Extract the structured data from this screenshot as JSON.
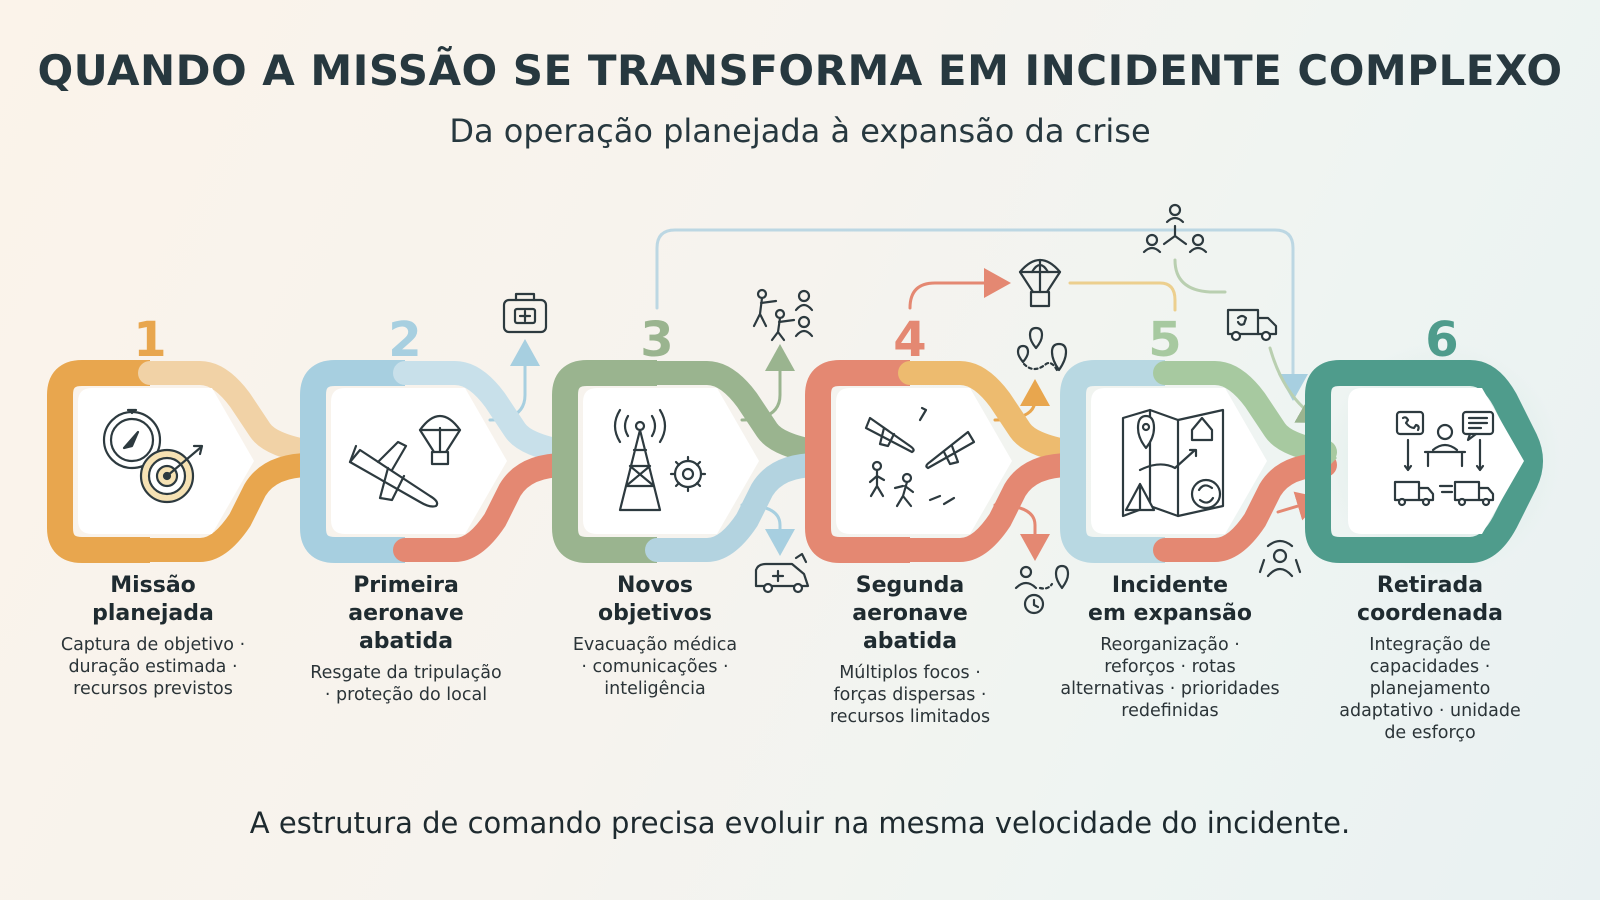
{
  "header": {
    "title": "QUANDO A MISSÃO SE TRANSFORMA EM INCIDENTE COMPLEXO",
    "subtitle": "Da operação planejada à expansão da crise"
  },
  "stages": [
    {
      "number": "1",
      "title_lines": [
        "Missão",
        "planejada"
      ],
      "desc_lines": [
        "Captura de objetivo ·",
        "duração estimada ·",
        "recursos previstos"
      ],
      "color": "#e8a64e",
      "icon": "compass-target-icon"
    },
    {
      "number": "2",
      "title_lines": [
        "Primeira",
        "aeronave",
        "abatida"
      ],
      "desc_lines": [
        "Resgate da tripulação",
        "· proteção do local"
      ],
      "color": "#a7cfe0",
      "icon": "downed-aircraft-parachute-icon"
    },
    {
      "number": "3",
      "title_lines": [
        "Novos",
        "objetivos"
      ],
      "desc_lines": [
        "Evacuação médica",
        "· comunicações ·",
        "inteligência"
      ],
      "color": "#9ab48f",
      "icon": "radio-tower-gear-icon"
    },
    {
      "number": "4",
      "title_lines": [
        "Segunda",
        "aeronave",
        "abatida"
      ],
      "desc_lines": [
        "Múltiplos focos ·",
        "forças dispersas ·",
        "recursos limitados"
      ],
      "color": "#e48872",
      "icon": "two-aircraft-personnel-icon"
    },
    {
      "number": "5",
      "title_lines": [
        "Incidente",
        "em expansão"
      ],
      "desc_lines": [
        "Reorganização ·",
        "reforços · rotas",
        "alternativas · prioridades",
        "redefinidas"
      ],
      "color": "#a7c9a0",
      "icon": "map-expansion-icon"
    },
    {
      "number": "6",
      "title_lines": [
        "Retirada",
        "coordenada"
      ],
      "desc_lines": [
        "Integração de",
        "capacidades ·",
        "planejamento",
        "adaptativo · unidade",
        "de esforço"
      ],
      "color": "#4f9c8c",
      "icon": "command-center-icon"
    }
  ],
  "side_icons": [
    "medical-kit-icon",
    "ambulance-icon",
    "armed-personnel-icon",
    "parachute-supply-icon",
    "location-route-icon",
    "personnel-location-icon",
    "network-people-icon",
    "supply-truck-icon",
    "reinforcement-person-icon"
  ],
  "colors": {
    "title": "#27383f",
    "orange": "#e8a64e",
    "blue": "#a7cfe0",
    "green": "#9ab48f",
    "red": "#e48872",
    "teal": "#4f9c8c"
  },
  "footer": {
    "text": "A estrutura de comando precisa evoluir na mesma velocidade do incidente."
  }
}
